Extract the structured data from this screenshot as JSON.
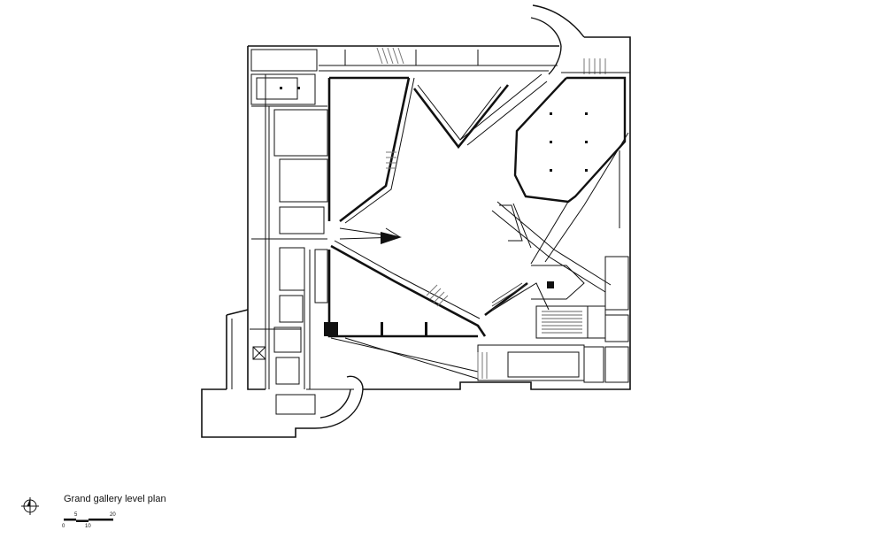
{
  "caption": {
    "title": "Grand gallery level plan"
  },
  "scale_bar": {
    "tick_labels": [
      "0",
      "5",
      "10",
      "20"
    ]
  },
  "north_arrow": {
    "icon": "north-arrow-icon"
  },
  "colors": {
    "line": "#111111",
    "background": "#ffffff",
    "hatch": "#777777"
  }
}
